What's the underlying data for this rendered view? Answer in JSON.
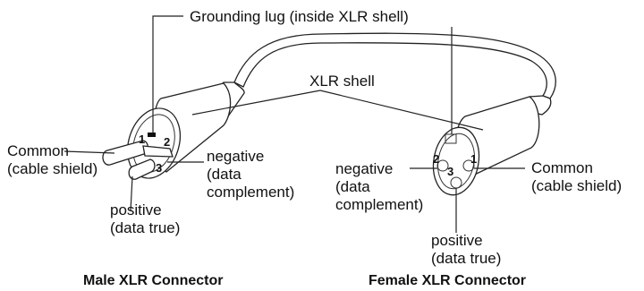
{
  "labels": {
    "grounding_lug": "Grounding lug (inside XLR shell)",
    "xlr_shell": "XLR shell",
    "common_left_1": "Common",
    "common_left_2": "(cable shield)",
    "negative_left_1": "negative",
    "negative_left_2": "(data",
    "negative_left_3": "complement)",
    "positive_left_1": "positive",
    "positive_left_2": "(data true)",
    "negative_right_1": "negative",
    "negative_right_2": "(data",
    "negative_right_3": "complement)",
    "common_right_1": "Common",
    "common_right_2": "(cable shield)",
    "positive_right_1": "positive",
    "positive_right_2": "(data true)"
  },
  "pins": {
    "male": [
      "1",
      "2",
      "3"
    ],
    "female": [
      "1",
      "2",
      "3"
    ]
  },
  "captions": {
    "male": "Male XLR Connector",
    "female": "Female XLR Connector"
  }
}
